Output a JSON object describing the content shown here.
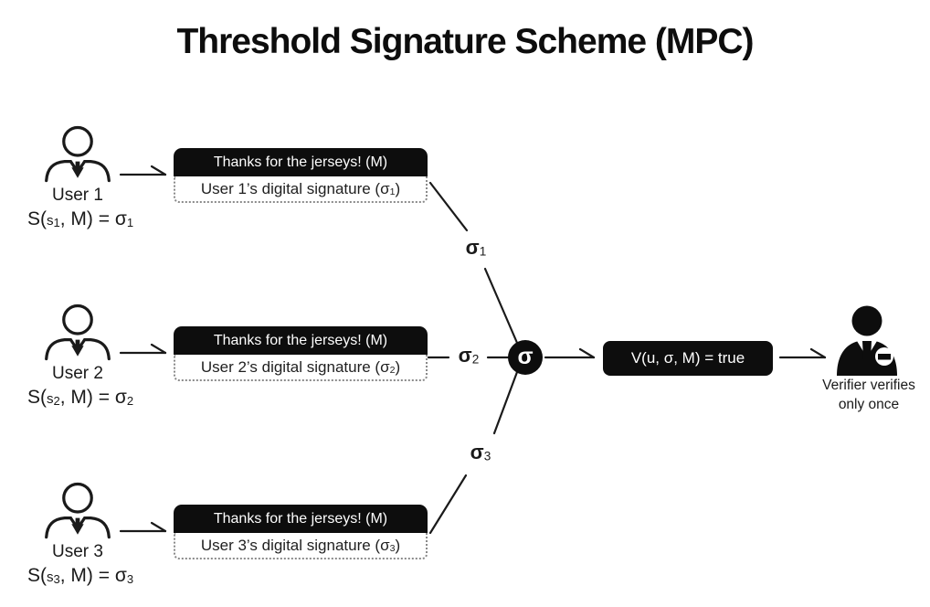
{
  "title": "Threshold Signature Scheme (MPC)",
  "colors": {
    "ink": "#141414",
    "node_fill": "#0d0d0d",
    "background": "#ffffff"
  },
  "center_node": {
    "symbol": "σ"
  },
  "users": [
    {
      "name": "User 1",
      "formula": {
        "pre": "S(",
        "var": "s",
        "var_sub": "1",
        "mid": ", M) = ",
        "sigma": "σ",
        "sigma_sub": "1"
      },
      "message": {
        "header": "Thanks for the jerseys! (M)",
        "body_pre": "User 1’s digital signature (",
        "sigma": "σ",
        "sub": "1",
        "post": ")"
      },
      "share_label": {
        "sigma": "σ",
        "sub": "1"
      }
    },
    {
      "name": "User 2",
      "formula": {
        "pre": "S(",
        "var": "s",
        "var_sub": "2",
        "mid": ", M) = ",
        "sigma": "σ",
        "sigma_sub": "2"
      },
      "message": {
        "header": "Thanks for the jerseys! (M)",
        "body_pre": "User 2’s digital signature (",
        "sigma": "σ",
        "sub": "2",
        "post": ")"
      },
      "share_label": {
        "sigma": "σ",
        "sub": "2"
      }
    },
    {
      "name": "User 3",
      "formula": {
        "pre": "S(",
        "var": "s",
        "var_sub": "3",
        "mid": ", M) = ",
        "sigma": "σ",
        "sigma_sub": "3"
      },
      "message": {
        "header": "Thanks for the jerseys! (M)",
        "body_pre": "User 3’s digital signature (",
        "sigma": "σ",
        "sub": "3",
        "post": ")"
      },
      "share_label": {
        "sigma": "σ",
        "sub": "3"
      }
    }
  ],
  "verify_box": {
    "label": "V(u, σ, M) = true"
  },
  "verifier": {
    "line1": "Verifier verifies",
    "line2": "only once"
  }
}
